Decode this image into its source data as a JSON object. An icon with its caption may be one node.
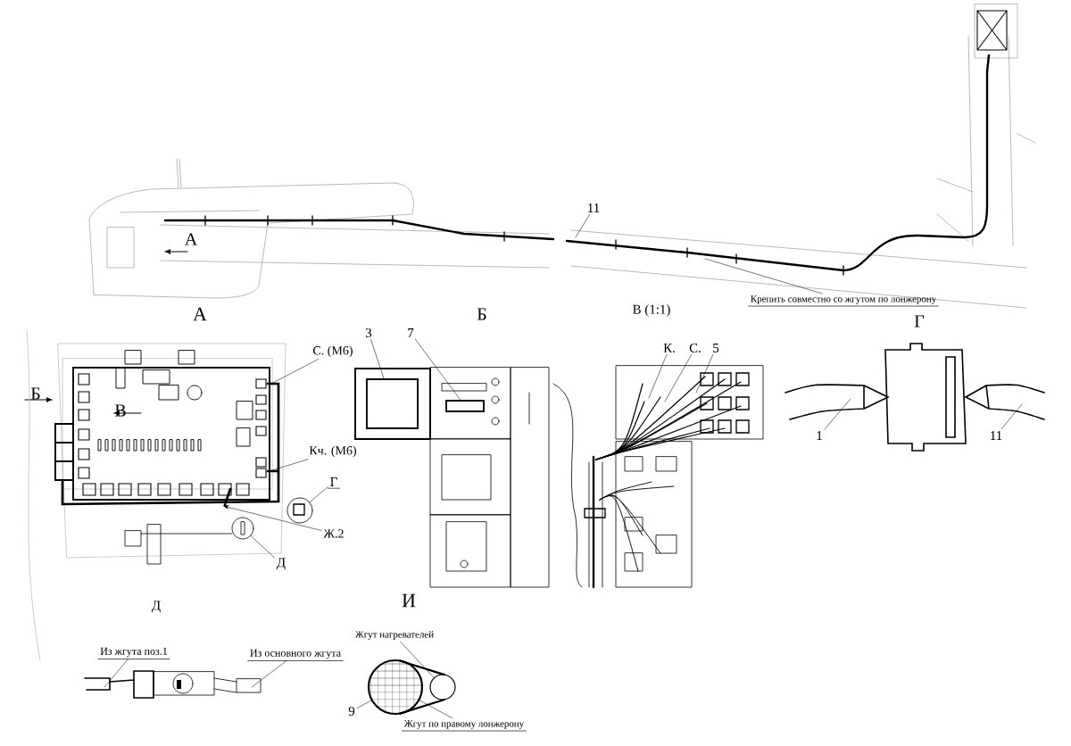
{
  "diagram": {
    "nodes": [
      {
        "text": [
          "11"
        ]
      },
      {
        "text": [
          "Крепить совместно со жгутом по лонжерону"
        ]
      },
      {
        "text": [
          "С. (М6)"
        ]
      },
      {
        "text": [
          "Кч. (М6)"
        ]
      },
      {
        "text": [
          "Г"
        ]
      },
      {
        "text": [
          "Ж.2"
        ]
      },
      {
        "text": [
          "Д"
        ]
      },
      {
        "text": [
          "3"
        ]
      },
      {
        "text": [
          "7"
        ]
      },
      {
        "text": [
          "К."
        ]
      },
      {
        "text": [
          "С."
        ]
      },
      {
        "text": [
          "5"
        ]
      },
      {
        "text": [
          "1"
        ]
      },
      {
        "text": [
          "11"
        ]
      },
      {
        "text": [
          "Из жгута поз.1"
        ]
      },
      {
        "text": [
          "Из основного жгута"
        ]
      },
      {
        "text": [
          "Жгут нагревателей"
        ]
      },
      {
        "text": [
          "9"
        ]
      },
      {
        "text": [
          "Жгут по правому лонжерону"
        ]
      },
      {
        "text": [],
        "shape": "circle"
      },
      {
        "text": [],
        "shape": "circle"
      },
      {
        "text": [],
        "shape": "box"
      },
      {
        "text": [],
        "shape": "box"
      },
      {
        "text": [],
        "shape": "circle"
      },
      {
        "text": [],
        "shape": "circle"
      }
    ],
    "edges": [
      {
        "from": 0,
        "to": null,
        "arrow": "none"
      },
      {
        "from": 1,
        "to": null,
        "arrow": "none"
      },
      {
        "from": 2,
        "to": null,
        "arrow": "none"
      },
      {
        "from": 3,
        "to": null,
        "arrow": "none"
      },
      {
        "from": 4,
        "to": 19,
        "arrow": "none"
      },
      {
        "from": 5,
        "to": null,
        "arrow": "to"
      },
      {
        "from": 6,
        "to": 20,
        "arrow": "none"
      },
      {
        "from": 7,
        "to": 21,
        "arrow": "none"
      },
      {
        "from": 8,
        "to": 22,
        "arrow": "none"
      },
      {
        "from": 9,
        "to": null,
        "arrow": "none"
      },
      {
        "from": 10,
        "to": null,
        "arrow": "none"
      },
      {
        "from": 11,
        "to": null,
        "arrow": "none"
      },
      {
        "from": 12,
        "to": null,
        "arrow": "none"
      },
      {
        "from": 13,
        "to": null,
        "arrow": "none"
      },
      {
        "from": 14,
        "to": null,
        "arrow": "none"
      },
      {
        "from": 15,
        "to": null,
        "arrow": "none"
      },
      {
        "from": 16,
        "to": 24,
        "arrow": "none"
      },
      {
        "from": 17,
        "to": 23,
        "arrow": "none"
      },
      {
        "from": 18,
        "to": 23,
        "arrow": "none"
      }
    ],
    "labels": [
      "А",
      "А",
      "Б",
      "В (1:1)",
      "Г",
      "Б",
      "В",
      "Д",
      "И"
    ]
  }
}
